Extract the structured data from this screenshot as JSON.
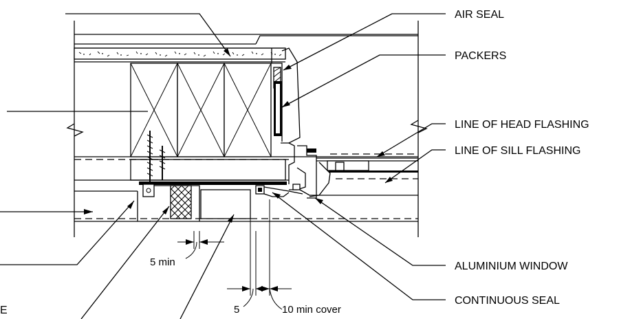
{
  "labels": {
    "air_seal": "AIR SEAL",
    "packers": "PACKERS",
    "line_head_flashing": "LINE OF HEAD FLASHING",
    "line_sill_flashing": "LINE OF SILL FLASHING",
    "aluminium_window": "ALUMINIUM WINDOW",
    "continuous_seal": "CONTINUOUS SEAL",
    "cropped_left_fragment": "E"
  },
  "dimensions": {
    "five_min": "5 min",
    "five": "5",
    "ten_min_cover": "10 min cover"
  }
}
